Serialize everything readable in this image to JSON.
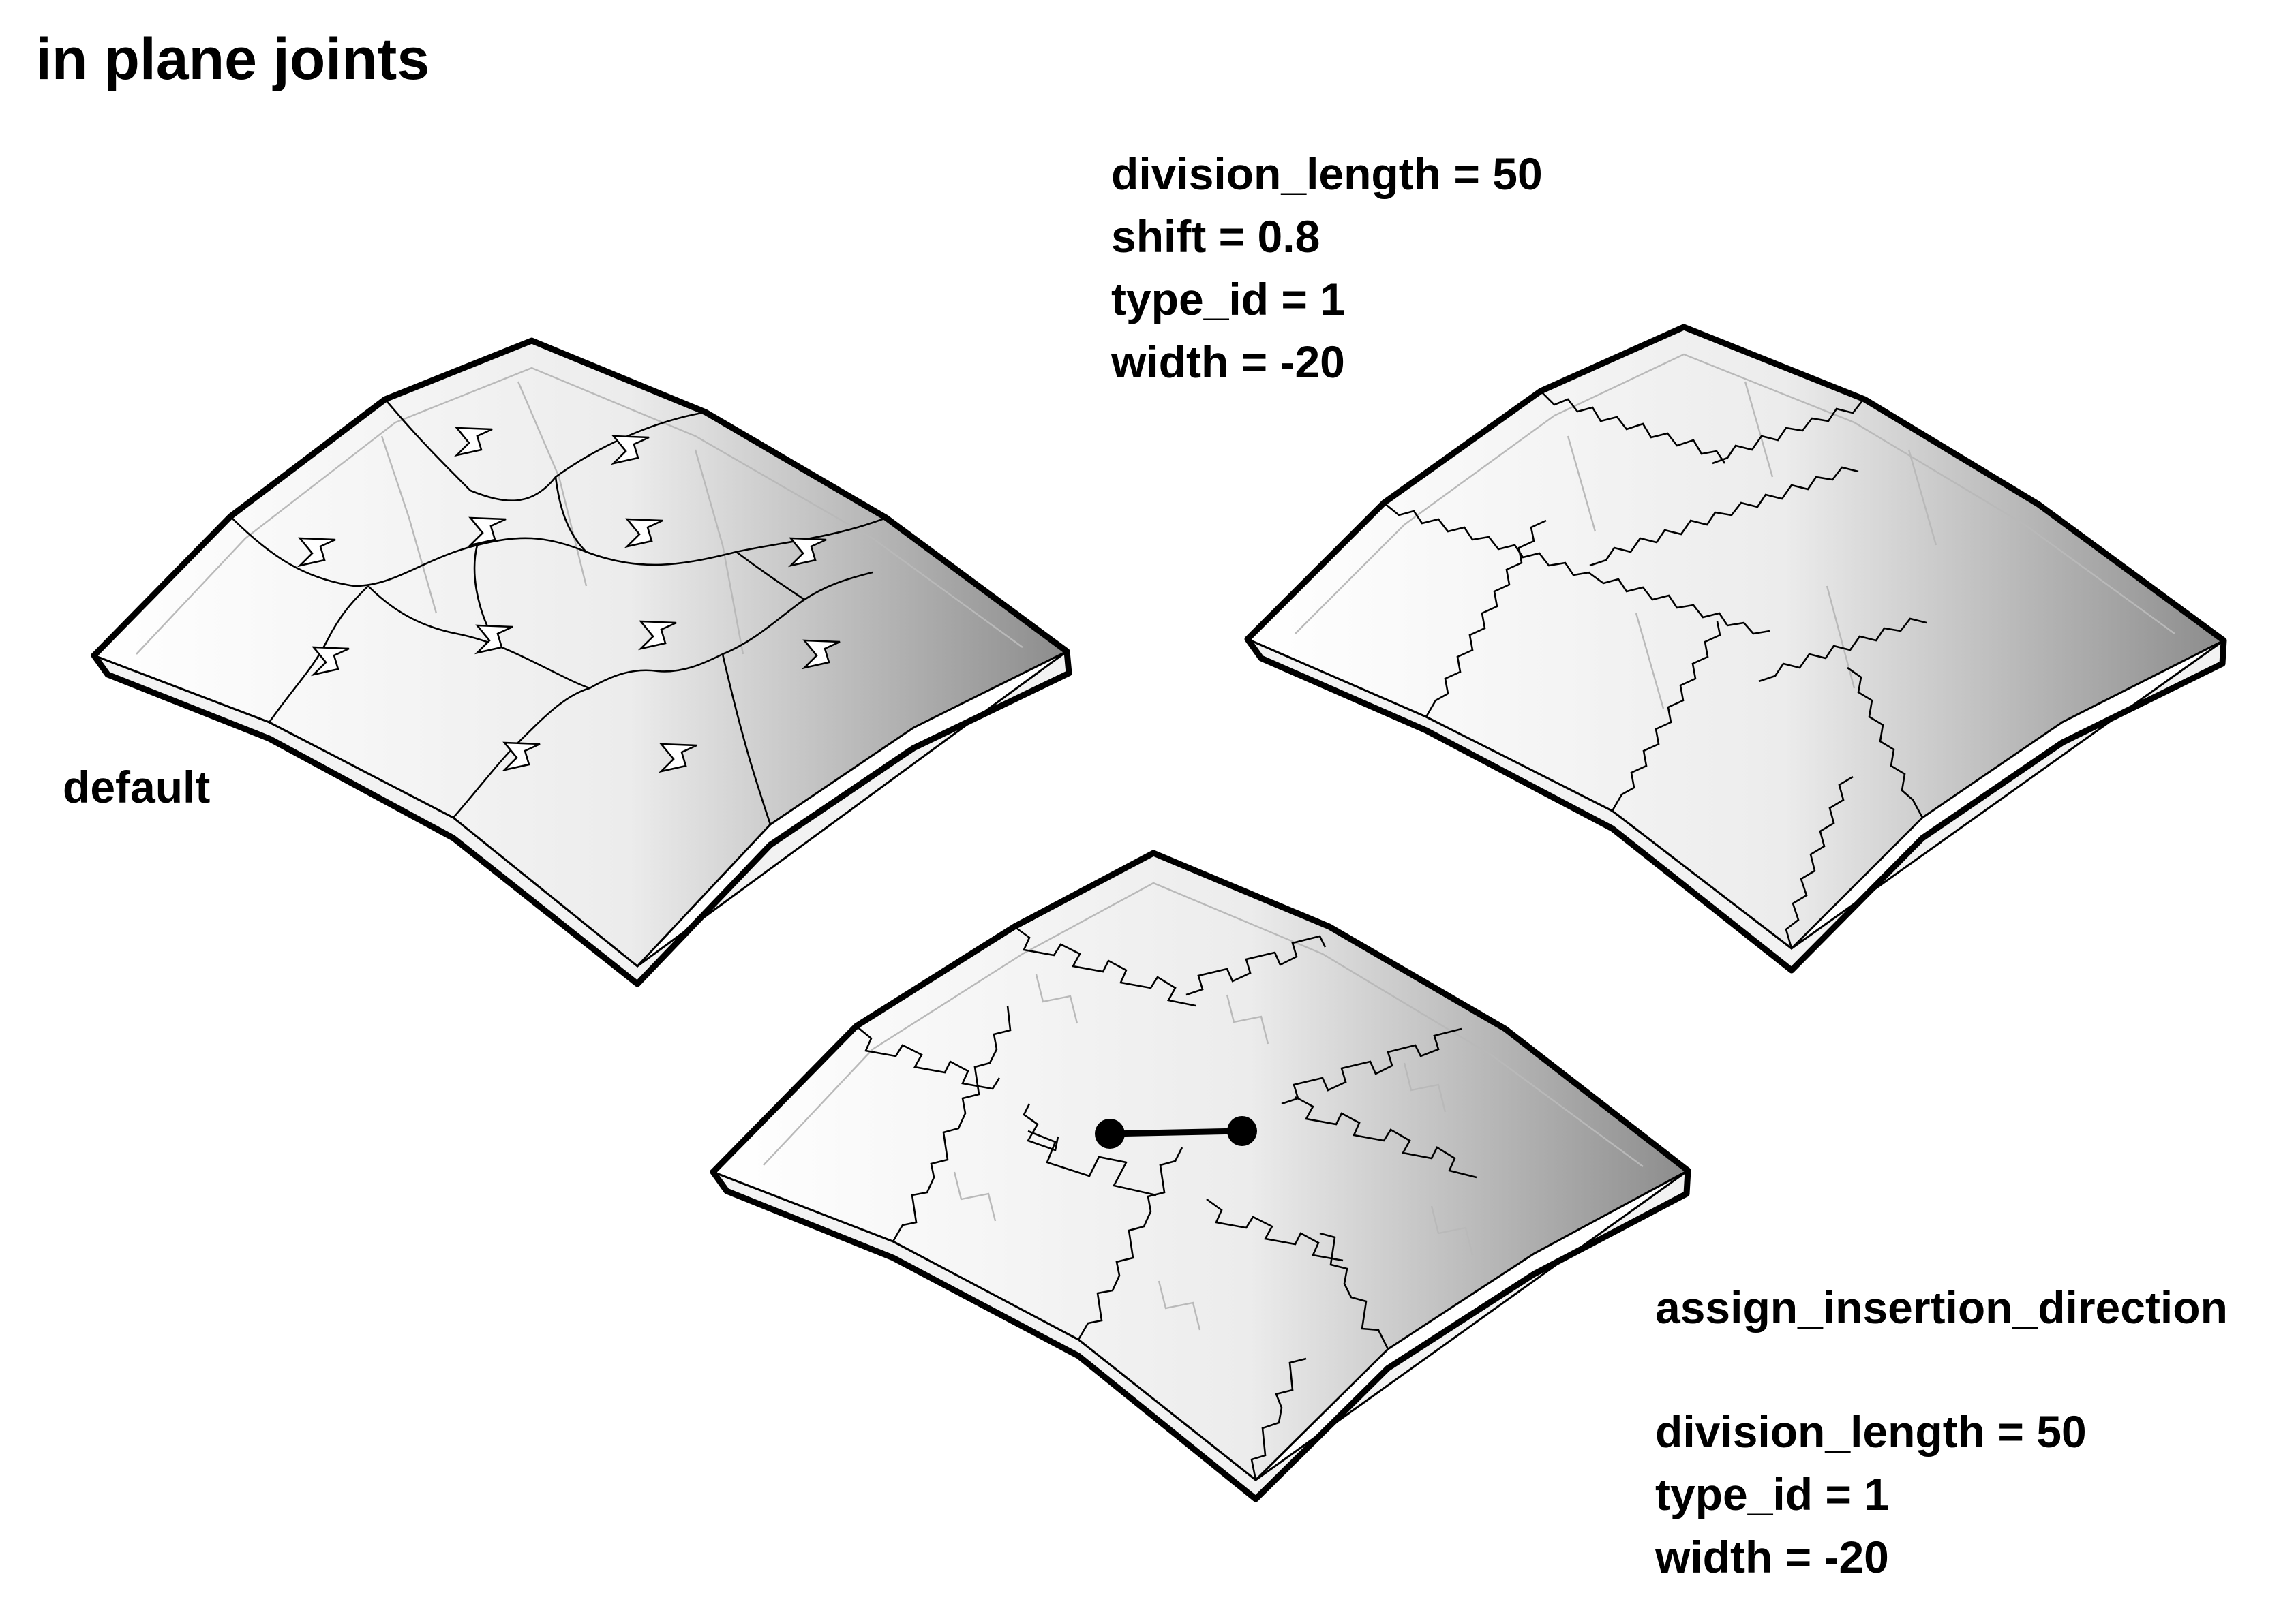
{
  "title": "in plane joints",
  "panels": {
    "default": {
      "label": "default"
    },
    "shift": {
      "params": [
        "division_length = 50",
        "shift = 0.8",
        "type_id = 1",
        "width = -20"
      ]
    },
    "insertion": {
      "label": "assign_insertion_direction",
      "params": [
        "division_length = 50",
        "type_id = 1",
        "width = -20"
      ]
    }
  },
  "colors": {
    "outline": "#000000",
    "surface_light": "#ffffff",
    "surface_dark": "#8c8c8c",
    "ghost": "#b9b9b9"
  }
}
